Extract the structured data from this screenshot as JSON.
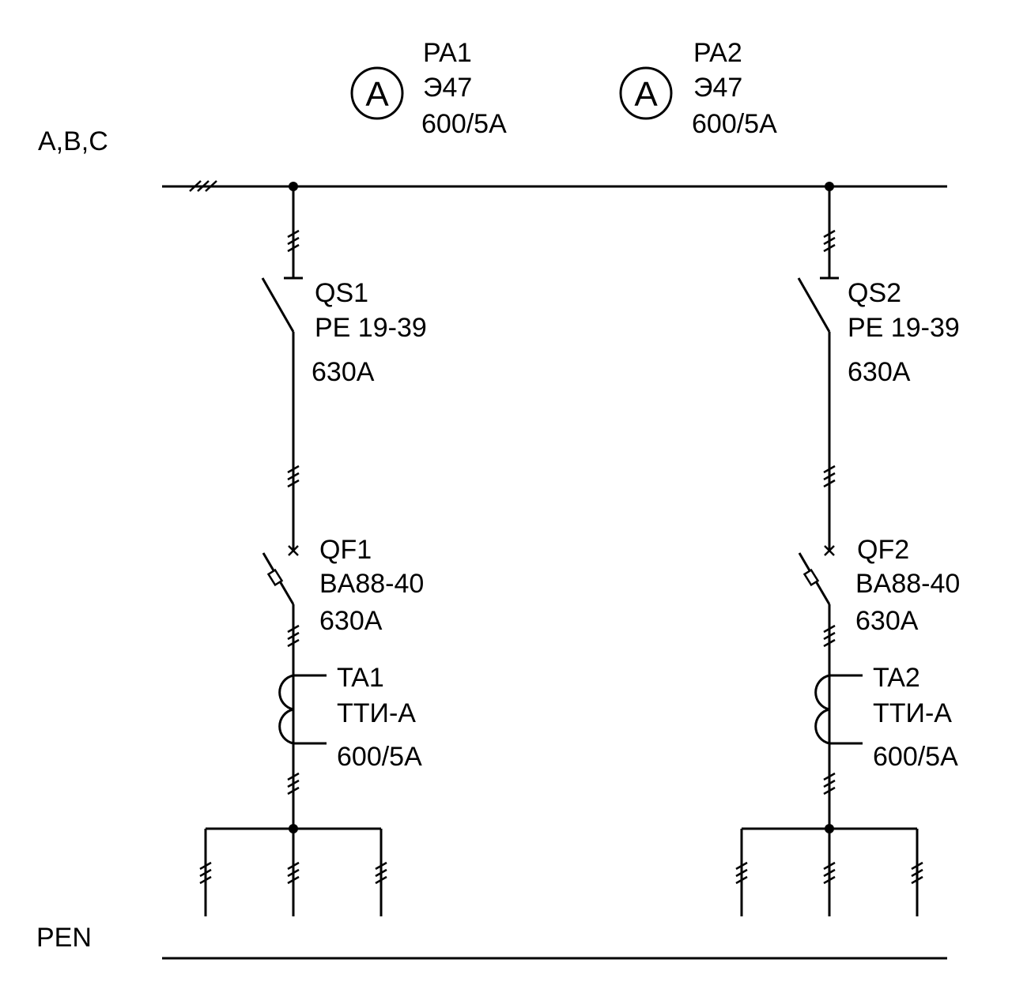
{
  "bus": {
    "phases_label": "A,B,C",
    "pen_label": "PEN"
  },
  "meters": [
    {
      "symbol": "A",
      "ref": "PA1",
      "type": "Э47",
      "rating": "600/5A"
    },
    {
      "symbol": "A",
      "ref": "PA2",
      "type": "Э47",
      "rating": "600/5A"
    }
  ],
  "feeders": [
    {
      "switch": {
        "ref": "QS1",
        "type": "PE 19-39",
        "rating": "630A"
      },
      "breaker": {
        "ref": "QF1",
        "type": "BA88-40",
        "rating": "630A"
      },
      "ct": {
        "ref": "TA1",
        "type": "ТТИ-А",
        "rating": "600/5A"
      }
    },
    {
      "switch": {
        "ref": "QS2",
        "type": "PE 19-39",
        "rating": "630A"
      },
      "breaker": {
        "ref": "QF2",
        "type": "BA88-40",
        "rating": "630A"
      },
      "ct": {
        "ref": "TA2",
        "type": "ТТИ-А",
        "rating": "600/5A"
      }
    }
  ],
  "colors": {
    "line": "#000000",
    "background": "#ffffff"
  }
}
